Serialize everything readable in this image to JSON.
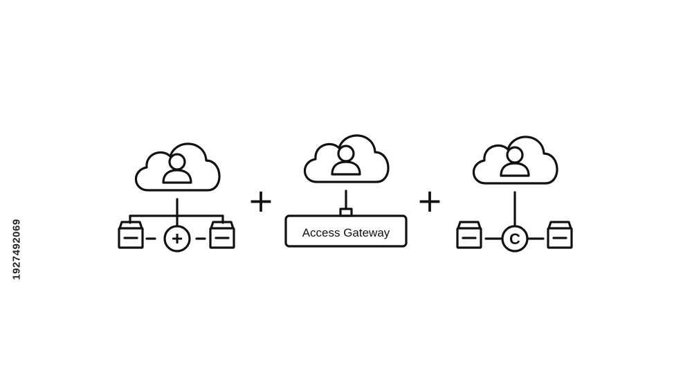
{
  "stock_id": "1927492069",
  "gateway": {
    "label": "Access Gateway"
  },
  "hub_symbols": {
    "add": "+",
    "copyright": "C"
  },
  "operators": [
    "+",
    "+"
  ],
  "icons": {
    "cloud": "cloud-user-icon",
    "folder": "folder-minus-icon"
  },
  "colors": {
    "stroke": "#111111",
    "background": "#ffffff"
  }
}
